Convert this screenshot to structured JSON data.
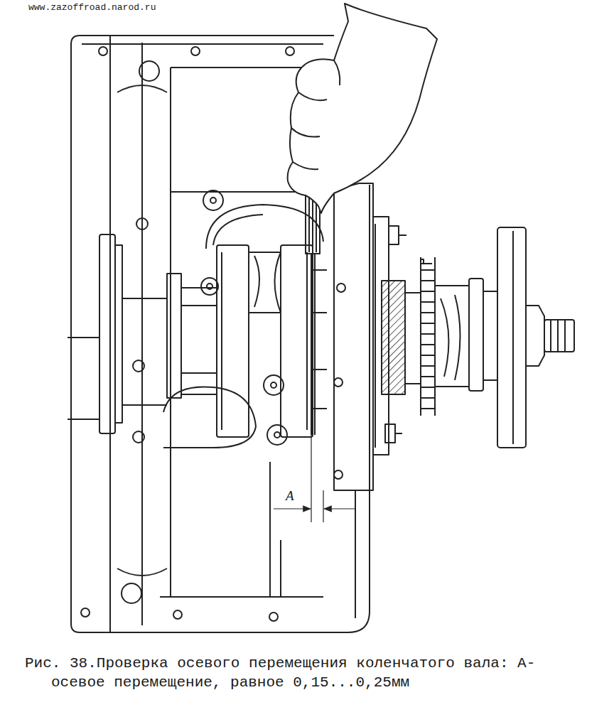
{
  "diagram": {
    "caption": "Рис. 38.Проверка осевого перемещения коленчатого вала: А-осевое перемещение, равное 0,15...0,25мм",
    "labels": [
      "www.zazoffroad.narod.ru",
      "A"
    ]
  }
}
